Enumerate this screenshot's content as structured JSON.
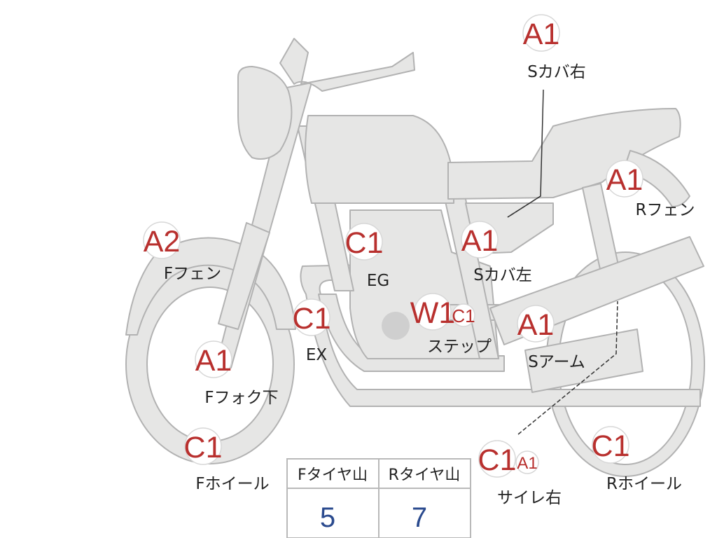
{
  "markers": [
    {
      "id": "s-cover-right",
      "code": "A1",
      "label": "Sカバ右"
    },
    {
      "id": "r-fender",
      "code": "A1",
      "label": "Rフェン"
    },
    {
      "id": "f-fender",
      "code": "A2",
      "label": "Fフェン"
    },
    {
      "id": "engine",
      "code": "C1",
      "label": "EG"
    },
    {
      "id": "s-cover-left",
      "code": "A1",
      "label": "Sカバ左"
    },
    {
      "id": "exhaust",
      "code": "C1",
      "label": "EX"
    },
    {
      "id": "step",
      "code": "W1",
      "code2": "C1",
      "label": "ステップ"
    },
    {
      "id": "swing-arm",
      "code": "A1",
      "label": "Sアーム"
    },
    {
      "id": "front-fork-lower",
      "code": "A1",
      "label": "Fフォク下"
    },
    {
      "id": "front-wheel",
      "code": "C1",
      "label": "Fホイール"
    },
    {
      "id": "muffler-right",
      "code": "C1",
      "code2": "A1",
      "label": "サイレ右"
    },
    {
      "id": "rear-wheel",
      "code": "C1",
      "label": "Rホイール"
    }
  ],
  "tire_table": {
    "headers": [
      "Fタイヤ山",
      "Rタイヤ山"
    ],
    "values": [
      "5",
      "7"
    ]
  },
  "colors": {
    "code_red": "#b8302e",
    "value_blue": "#2a4a8e",
    "bike_fill": "#e6e6e5",
    "bike_outline": "#b2b2b2"
  }
}
